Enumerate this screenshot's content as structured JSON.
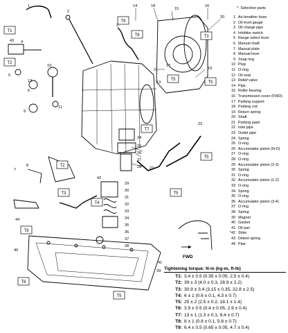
{
  "header": {
    "selective_note": "*: Selective parts"
  },
  "parts": [
    {
      "num": "1",
      "name": "Air breather hose"
    },
    {
      "num": "2",
      "name": "Oil level gauge"
    },
    {
      "num": "3",
      "name": "Oil charge pipe"
    },
    {
      "num": "4",
      "name": "Inhibitor switch"
    },
    {
      "num": "5",
      "name": "Range select lever"
    },
    {
      "num": "6",
      "name": "Manual shaft"
    },
    {
      "num": "7",
      "name": "Manual plate"
    },
    {
      "num": "8",
      "name": "Manual lever"
    },
    {
      "num": "9",
      "name": "Snap ring"
    },
    {
      "num": "10",
      "name": "Plug"
    },
    {
      "num": "11",
      "name": "O-ring"
    },
    {
      "num": "12",
      "name": "Oil seal"
    },
    {
      "num": "13",
      "name": "Relief valve"
    },
    {
      "num": "14",
      "name": "Pipe"
    },
    {
      "num": "15",
      "name": "Roller bearing"
    },
    {
      "num": "16",
      "name": "Transmission cover (FWD)"
    },
    {
      "num": "17",
      "name": "Parking support"
    },
    {
      "num": "18",
      "name": "Parking rod"
    },
    {
      "num": "19",
      "name": "Return spring"
    },
    {
      "num": "20",
      "name": "Shaft"
    },
    {
      "num": "21",
      "name": "Parking pawl"
    },
    {
      "num": "22",
      "name": "Inlet pipe"
    },
    {
      "num": "23",
      "name": "Outlet pipe"
    },
    {
      "num": "24",
      "name": "Spring"
    },
    {
      "num": "25",
      "name": "O-ring"
    },
    {
      "num": "26",
      "name": "Accumulator piston (N-D)"
    },
    {
      "num": "27",
      "name": "O-ring"
    },
    {
      "num": "28",
      "name": "O-ring"
    },
    {
      "num": "29",
      "name": "Accumulator piston (2-3)"
    },
    {
      "num": "30",
      "name": "Spring"
    },
    {
      "num": "31",
      "name": "O-ring"
    },
    {
      "num": "32",
      "name": "Accumulator piston (1-2)"
    },
    {
      "num": "33",
      "name": "O-ring"
    },
    {
      "num": "34",
      "name": "Spring"
    },
    {
      "num": "35",
      "name": "O-ring"
    },
    {
      "num": "36",
      "name": "Accumulator piston (3-4)"
    },
    {
      "num": "37",
      "name": "O-ring"
    },
    {
      "num": "38",
      "name": "Spring"
    },
    {
      "num": "39",
      "name": "Magnet"
    },
    {
      "num": "40",
      "name": "Gasket"
    },
    {
      "num": "41",
      "name": "Oil pan"
    },
    {
      "num": "*42",
      "name": "Shim"
    },
    {
      "num": "43",
      "name": "Detent spring"
    },
    {
      "num": "44",
      "name": "Pipe"
    }
  ],
  "torque": {
    "title": "Tightening torque: N·m (kg-m, ft-lb)",
    "rows": [
      {
        "code": "T1:",
        "value": "3.4 ± 0.5 (0.35 ± 0.05, 2.5 ± 0.4)"
      },
      {
        "code": "T2:",
        "value": "39 ± 3 (4.0 ± 0.3, 28.9 ± 2.2)"
      },
      {
        "code": "T3:",
        "value": "30.9 ± 3.4 (3.15 ± 0.35, 22.8 ± 2.5)"
      },
      {
        "code": "T4:",
        "value": "6 ± 1 (0.6 ± 0.1, 4.3 ± 0.7)"
      },
      {
        "code": "T5:",
        "value": "25 ± 2 (2.5 ± 0.2, 18.1 ± 1.4)"
      },
      {
        "code": "T6:",
        "value": "3.9 ± 0.5 (0.4 ± 0.05, 2.9 ± 0.4)"
      },
      {
        "code": "T7:",
        "value": "13 ± 1 (1.3 ± 0.1, 9.4 ± 0.7)"
      },
      {
        "code": "T8:",
        "value": "8 ± 1 (0.8 ± 0.1, 5.8 ± 0.7)"
      },
      {
        "code": "T9:",
        "value": "6.4 ± 0.5 (0.65 ± 0.05, 4.7 ± 0.4)"
      }
    ]
  },
  "diagram": {
    "fwd_label": "FWD",
    "torque_tags": {
      "t1": "T1",
      "t2": "T2",
      "t3": "T3",
      "t4": "T4",
      "t5a": "T5",
      "t5b": "T5",
      "t5c": "T5",
      "t5d": "T5",
      "t5e": "T5",
      "t6": "T6",
      "t7": "T7",
      "t8a": "T8",
      "t8b": "T8",
      "t9": "T9"
    },
    "callouts": {
      "c1": "1",
      "c2": "2",
      "c3": "3",
      "c4": "4",
      "c5": "5",
      "c6": "6",
      "c7": "7",
      "c8": "8",
      "c9": "9",
      "c10": "10",
      "c11": "11",
      "c12": "12",
      "c13": "13",
      "c14": "14",
      "c15": "15",
      "c16": "16",
      "c17": "17",
      "c18": "18",
      "c19": "19",
      "c20": "20",
      "c21": "21",
      "c22": "22",
      "c23": "23",
      "c24": "24",
      "c25": "25",
      "c26": "26",
      "c27": "27",
      "c28": "28",
      "c29": "29",
      "c30": "30",
      "c31": "31",
      "c32": "32",
      "c33": "33",
      "c34": "34",
      "c35": "35",
      "c36": "36",
      "c37": "37",
      "c38": "38",
      "c39": "39",
      "c40": "40",
      "c41": "41",
      "c42": "42",
      "c43": "43",
      "c44": "44"
    }
  }
}
